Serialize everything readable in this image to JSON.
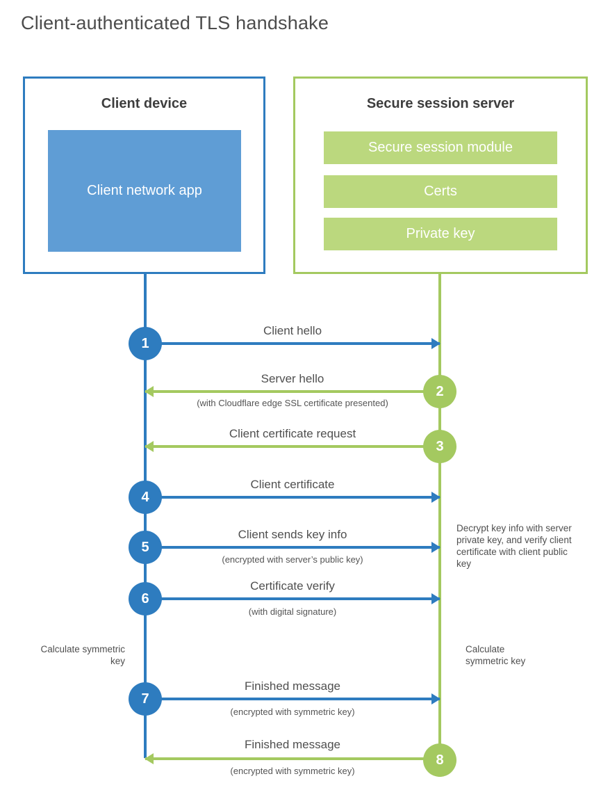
{
  "title": "Client-authenticated TLS handshake",
  "colors": {
    "blue": "#2e7cbf",
    "blue_fill": "#5f9dd5",
    "green": "#a4c960",
    "green_fill": "#bbd87e"
  },
  "client": {
    "title": "Client device",
    "app_label": "Client network app"
  },
  "server": {
    "title": "Secure session server",
    "modules": {
      "0": "Secure session module",
      "1": "Certs",
      "2": "Private key"
    }
  },
  "steps": [
    {
      "num": "1",
      "from": "client",
      "label": "Client hello",
      "sublabel": ""
    },
    {
      "num": "2",
      "from": "server",
      "label": "Server hello",
      "sublabel": "(with Cloudflare edge SSL certificate presented)"
    },
    {
      "num": "3",
      "from": "server",
      "label": "Client certificate request",
      "sublabel": ""
    },
    {
      "num": "4",
      "from": "client",
      "label": "Client certificate",
      "sublabel": ""
    },
    {
      "num": "5",
      "from": "client",
      "label": "Client sends key info",
      "sublabel": "(encrypted with server’s public key)"
    },
    {
      "num": "6",
      "from": "client",
      "label": "Certificate verify",
      "sublabel": "(with digital signature)"
    },
    {
      "num": "7",
      "from": "client",
      "label": "Finished message",
      "sublabel": "(encrypted with symmetric key)"
    },
    {
      "num": "8",
      "from": "server",
      "label": "Finished message",
      "sublabel": "(encrypted with symmetric key)"
    }
  ],
  "notes": {
    "decrypt": "Decrypt key info with server private key, and verify client certificate with client public key",
    "calc_left": "Calculate symmetric key",
    "calc_right": "Calculate symmetric key"
  }
}
